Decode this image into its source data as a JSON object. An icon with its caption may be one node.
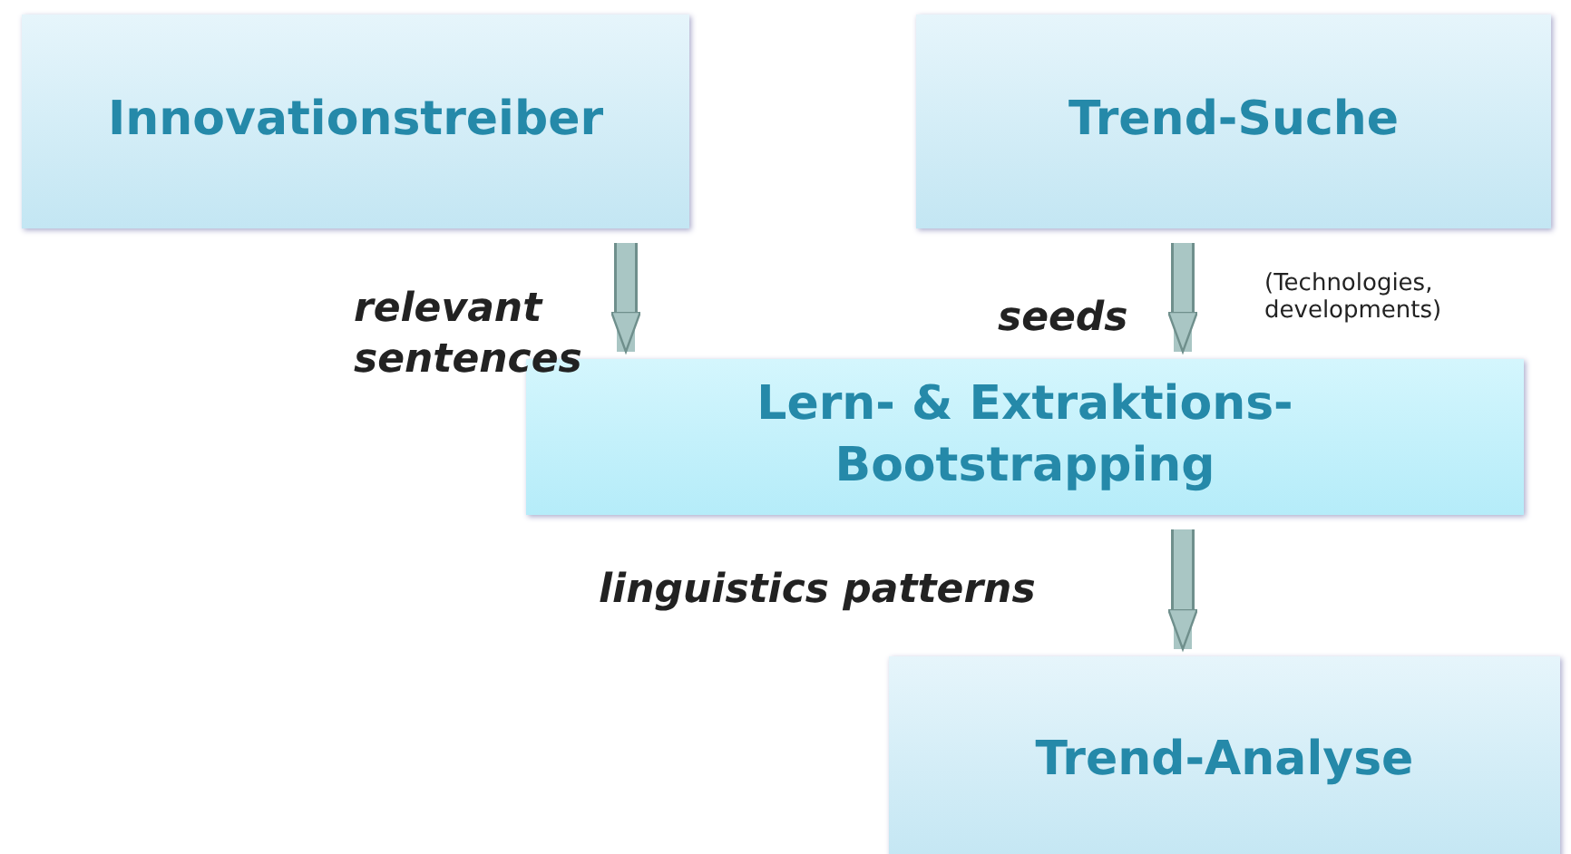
{
  "diagram": {
    "nodes": [
      {
        "text": [
          "Innovationstreiber"
        ]
      },
      {
        "text": [
          "Trend-Suche"
        ]
      },
      {
        "text": [
          "Lern- & Extraktions- Bootstrapping"
        ]
      },
      {
        "text": [
          "Trend-Analyse"
        ]
      }
    ],
    "edges": [
      {
        "from": 0,
        "to": 2,
        "arrow": "to",
        "label": "relevant sentences"
      },
      {
        "from": 1,
        "to": 2,
        "arrow": "to",
        "label": "seeds"
      },
      {
        "from": 2,
        "to": 3,
        "arrow": "to",
        "label": "linguistics patterns"
      }
    ],
    "labels": [
      "(Technologies, developments)"
    ]
  }
}
